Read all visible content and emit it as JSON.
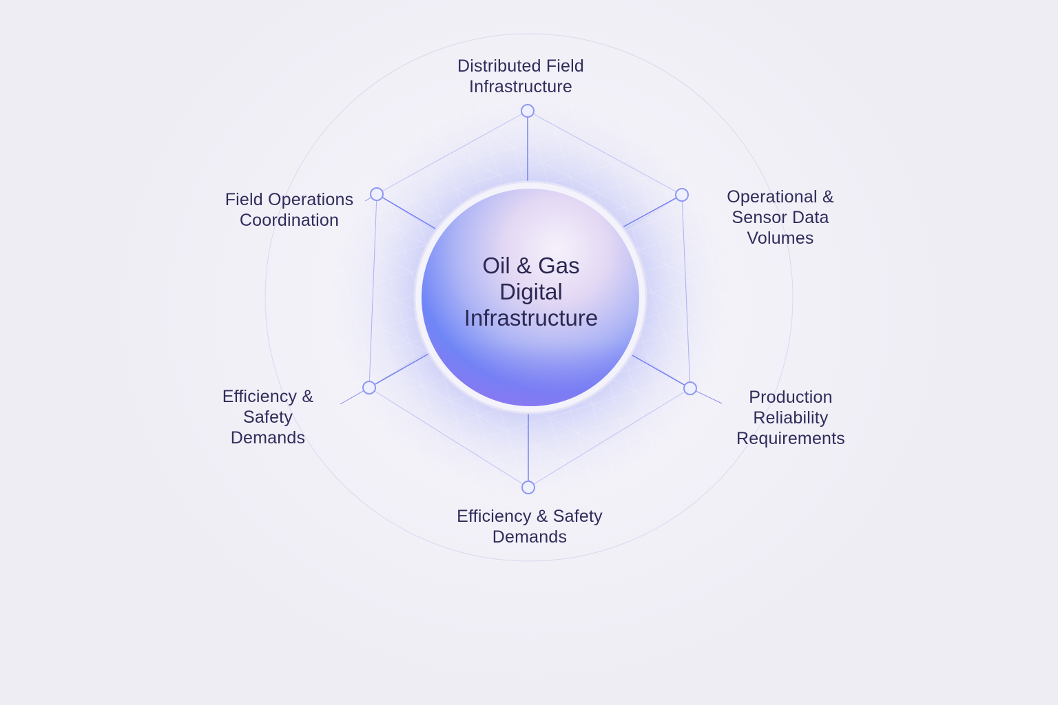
{
  "center": {
    "title": "Oil & Gas\nDigital\nInfrastructure"
  },
  "nodes": [
    {
      "id": "top",
      "label": "Distributed Field\nInfrastructure"
    },
    {
      "id": "upper-right",
      "label": "Operational &\nSensor Data\nVolumes"
    },
    {
      "id": "lower-right",
      "label": "Production\nReliability\nRequirements"
    },
    {
      "id": "bottom",
      "label": "Efficiency & Safety\nDemands"
    },
    {
      "id": "lower-left",
      "label": "Efficiency &\nSafety\nDemands"
    },
    {
      "id": "upper-left",
      "label": "Field Operations\nCoordination"
    }
  ],
  "colors": {
    "accent": "#6f7cf5",
    "text": "#2f2c5a",
    "line": "#7e86e8",
    "background": "#f1f0f6"
  }
}
